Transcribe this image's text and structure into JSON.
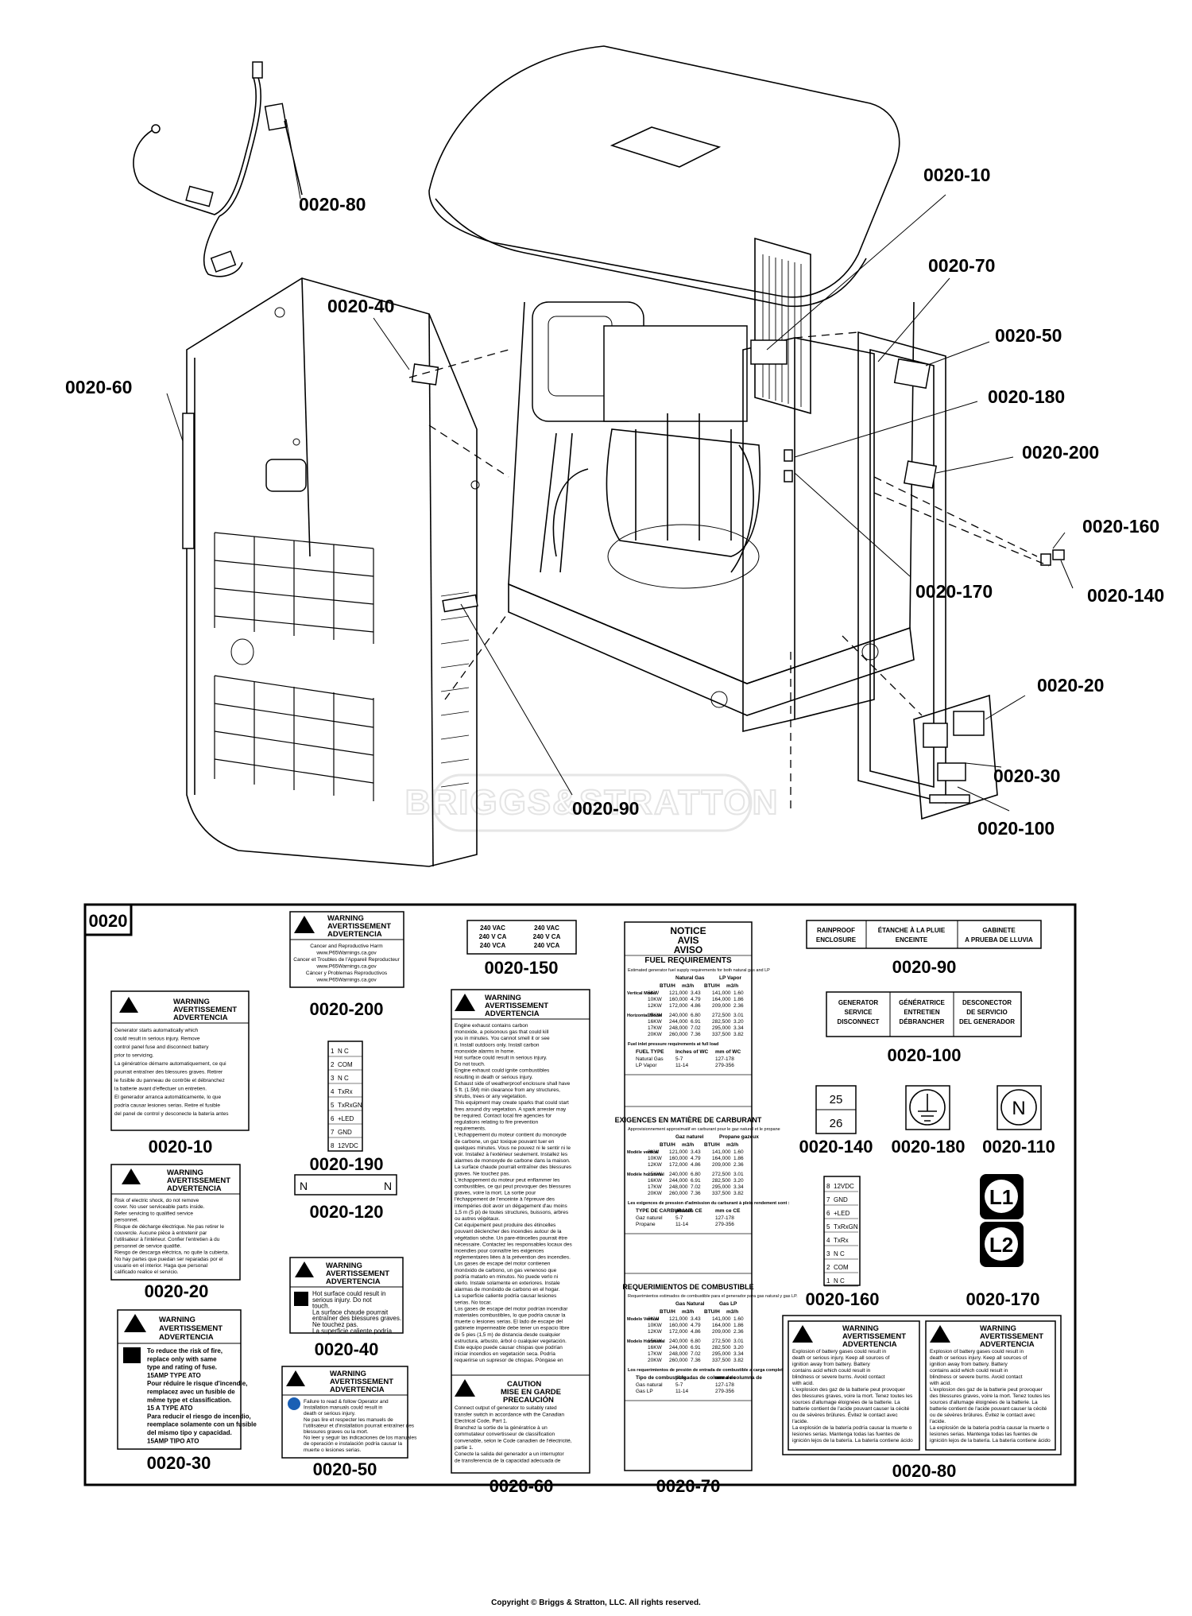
{
  "watermark": "BRIGGS&STRATTON",
  "callouts": {
    "c10": "0020-10",
    "c70": "0020-70",
    "c50": "0020-50",
    "c180": "0020-180",
    "c200": "0020-200",
    "c160": "0020-160",
    "c140": "0020-140",
    "c170": "0020-170",
    "c20": "0020-20",
    "c30": "0020-30",
    "c100": "0020-100",
    "c90": "0020-90",
    "c80": "0020-80",
    "c40": "0020-40",
    "c60": "0020-60"
  },
  "kit": {
    "title": "0020",
    "labels": {
      "l10": "0020-10",
      "l20": "0020-20",
      "l30": "0020-30",
      "l200": "0020-200",
      "l190": "0020-190",
      "l120": "0020-120",
      "l40": "0020-40",
      "l50": "0020-50",
      "l150": "0020-150",
      "l60": "0020-60",
      "l70": "0020-70",
      "l90": "0020-90",
      "l100": "0020-100",
      "l140": "0020-140",
      "l180": "0020-180",
      "l110": "0020-110",
      "l160": "0020-160",
      "l170": "0020-170",
      "l80": "0020-80"
    },
    "warning": {
      "w1": "WARNING",
      "w2": "AVERTISSEMENT",
      "w3": "ADVERTENCIA"
    },
    "text10": [
      "Generator starts automatically which",
      "could result in serious injury. Remove",
      "control panel fuse and disconnect battery",
      "prior to servicing.",
      "La génératrice démarre automatiquement, ce qui",
      "pourrait entraîner des blessures graves. Retirer",
      "le fusible du panneau de contrôle et débranchez",
      "la batterie avant d'effectuer un entretien.",
      "El generador arranca automáticamente, lo que",
      "podría causar lesiones serias. Retire el fusible",
      "del panel de control y desconecte la batería antes"
    ],
    "text20": [
      "Risk of electric shock, do not remove",
      "cover. No user serviceable parts inside.",
      "Refer servicing to qualified service",
      "personnel.",
      "Risque de décharge électrique. Ne pas retirer le",
      "couvercle. Aucune pièce à entretenir par",
      "l'utilisateur à l'intérieur. Confier l'entretien à du",
      "personnel de service qualifié.",
      "Riesgo de descarga eléctrica, no quite la cubierta.",
      "No hay partes que puedan ser reparadas por el",
      "usuario en el interior. Haga que personal",
      "calificado realice el servicio."
    ],
    "text30": [
      "To reduce the risk of fire,",
      "replace only with same",
      "type and rating of fuse.",
      "15AMP TYPE ATO",
      "Pour réduire le risque d'incendie,",
      "remplacez avec un fusible de",
      "même type et classification.",
      "15 A TYPE ATO",
      "Para reducir el riesgo de incendio,",
      "reemplace solamente con un fusible",
      "del mismo tipo y capacidad.",
      "15AMP TIPO ATO"
    ],
    "text200": [
      "Cancer and Reproductive Harm",
      "www.P65Warnings.ca.gov",
      "Cancer et Troubles de l'Appareil Reproducteur",
      "www.P65Warnings.ca.gov",
      "Cáncer y Problemas Reproductivos",
      "www.P65Warnings.ca.gov"
    ],
    "text190": [
      "N C",
      "COM",
      "N C",
      "TxRx",
      "TxRxGN",
      "+LED",
      "GND",
      "12VDC"
    ],
    "nums190": [
      "1",
      "2",
      "3",
      "4",
      "5",
      "6",
      "7",
      "8"
    ],
    "text120": [
      "N",
      "N"
    ],
    "text40": [
      "Hot surface could result in",
      "serious injury. Do not",
      "touch.",
      "La surface chaude pourrait",
      "entraîner des blessures graves.",
      "Ne touchez pas.",
      "La superficie caliente podría"
    ],
    "text50": [
      "Failure to read & follow Operator and",
      "Installation manuals could result in",
      "death or serious injury.",
      "Ne pas lire et respecter les manuels de",
      "l'utilisateur et d'installation pourrait entraîner des",
      "blessures graves ou la mort.",
      "No leer y seguir las indicaciones de los manuales",
      "de operación e instalación podría causar la",
      "muerte o lesiones serias."
    ],
    "text150": [
      "240 VAC",
      "240 VAC",
      "240 V CA",
      "240 V CA",
      "240 VCA",
      "240 VCA"
    ],
    "text60": [
      "Engine exhaust contains carbon",
      "monoxide, a poisonous gas that could kill",
      "you in minutes. You cannot smell it or see",
      "it. Install outdoors only. Install carbon",
      "monoxide alarms in home.",
      "Hot surface could result in serious injury.",
      "Do not touch.",
      "Engine exhaust could ignite combustibles",
      "resulting in death or serious injury.",
      "Exhaust side of weatherproof enclosure shall have",
      "5 ft. (1.5M) min clearance from any structures,",
      "shrubs, trees or any vegetation.",
      "This equipment may create sparks that could start",
      "fires around dry vegetation. A spark arrester may",
      "be required. Contact local fire agencies for",
      "regulations relating to fire prevention",
      "requirements.",
      "L'échappement du moteur contient du monoxyde",
      "de carbone, un gaz toxique pouvant tuer en",
      "quelques minutes. Vous ne pouvez ni le sentir ni le",
      "voir. Installez à l'extérieur seulement. Installez les",
      "alarmes de monoxyde de carbone dans la maison.",
      "La surface chaude pourrait entraîner des blessures",
      "graves. Ne touchez pas.",
      "L'échappement du moteur peut enflammer les",
      "combustibles, ce qui peut provoquer des blessures",
      "graves, voire la mort. La sortie pour",
      "l'échappement de l'enceinte à l'épreuve des",
      "intempéries doit avoir un dégagement d'au moins",
      "1,5 m (5 pi) de toutes structures, buissons, arbres",
      "ou autres végétaux.",
      "Cet équipement peut produire des étincelles",
      "pouvant déclencher des incendies autour de la",
      "végétation sèche. Un pare-étincelles pourrait être",
      "nécessaire. Contactez les responsables locaux des",
      "incendies pour connaître les exigences",
      "réglementaires liées à la prévention des incendies.",
      "Los gases de escape del motor contienen",
      "monóxido de carbono, un gas venenoso que",
      "podría matarlo en minutos. No puede verlo ni",
      "olerlo. Instale solamente en exteriores. Instale",
      "alarmas de monóxido de carbono en el hogar.",
      "La superficie caliente podría causar lesiones",
      "serias. No tocar.",
      "Los gases de escape del motor podrían incendiar",
      "materiales combustibles, lo que podría causar la",
      "muerte o lesiones serias. El lado de escape del",
      "gabinete impermeable debe tener un espacio libre",
      "de 5 pies (1,5 m) de distancia desde cualquier",
      "estructura, arbusto, árbol o cualquier vegetación.",
      "Este equipo puede causar chispas que podrían",
      "iniciar incendios en vegetación seca. Podría",
      "requerirse un supresor de chispas. Póngase en"
    ],
    "caution": {
      "c1": "CAUTION",
      "c2": "MISE EN GARDE",
      "c3": "PRECAUCIÓN"
    },
    "text60b": [
      "Connect output of generator to suitably rated",
      "transfer switch in accordance with the Canadian",
      "Electrical Code, Part 1.",
      "Branchez la sortie de la génératrice à un",
      "commutateur convertisseur de classification",
      "convenable, selon le Code canadien de l'électricité,",
      "partie 1.",
      "Conecte la salida del generador a un interruptor",
      "de transferencia de la capacidad adecuada de"
    ],
    "fuel": {
      "h1": "NOTICE",
      "h2": "AVIS",
      "h3": "AVISO",
      "t_en": "FUEL REQUIREMENTS",
      "s_en": "Estimated generator fuel supply requirements for both natural gas and LP",
      "t_fr": "EXIGENCES EN MATIÈRE DE CARBURANT",
      "s_fr": "Approvisionnement approximatif en carburant pour le gaz naturel et le propane",
      "t_es": "REQUERIMIENTOS DE COMBUSTIBLE",
      "s_es": "Requerimientos estimados de combustible para el generador para gas natural y gas LP.",
      "note_en": "Fuel inlet pressure requirements at full load",
      "note_fr": "Les exigences de pression d'admission du carburant à plein rendement sont :",
      "note_es": "Los requerimientos de presión de entrada de combustible a carga completa",
      "col_ng": "Natural Gas",
      "col_lp": "LP Vapor",
      "col_ng_fr": "Gaz naturel",
      "col_lp_fr": "Propane gazeux",
      "col_ng_es": "Gas Natural",
      "col_lp_es": "Gas LP",
      "units": [
        "BTU/H",
        "m3/h",
        "BTU/H",
        "m3/h"
      ],
      "vert": "Vertical Model",
      "horiz": "Horizontal Model",
      "vert_fr": "Modèle vertical",
      "horiz_fr": "Modèle horizontal",
      "vert_es": "Modelo Vertical",
      "horiz_es": "Modelo Horizontal",
      "rows_v": [
        [
          "8KW",
          "121,000",
          "3.43",
          "141,000",
          "1.60"
        ],
        [
          "10KW",
          "160,000",
          "4.79",
          "164,000",
          "1.86"
        ],
        [
          "12KW",
          "172,000",
          "4.86",
          "209,000",
          "2.36"
        ]
      ],
      "rows_h": [
        [
          "15KW",
          "240,000",
          "6.80",
          "272,500",
          "3.01"
        ],
        [
          "16KW",
          "244,000",
          "6.91",
          "282,500",
          "3.20"
        ],
        [
          "17KW",
          "248,000",
          "7.02",
          "295,000",
          "3.34"
        ],
        [
          "20KW",
          "260,000",
          "7.36",
          "337,500",
          "3.82"
        ]
      ],
      "p_head": [
        "FUEL TYPE",
        "Inches of WC",
        "mm of WC"
      ],
      "p_rows": [
        [
          "Natural Gas",
          "5-7",
          "127-178"
        ],
        [
          "LP Vapor",
          "11-14",
          "279-356"
        ]
      ],
      "p_head_fr": [
        "TYPE DE CARBURANT",
        "pouces CE",
        "mm ce CE"
      ],
      "p_rows_fr": [
        [
          "Gaz naturel",
          "5-7",
          "127-178"
        ],
        [
          "Propane",
          "11-14",
          "279-356"
        ]
      ],
      "p_head_es": [
        "Tipo de combustible",
        "pulgadas de columna de",
        "mm de columna de"
      ],
      "p_rows_es": [
        [
          "Gas natural",
          "5-7",
          "127-178"
        ],
        [
          "Gas LP",
          "11-14",
          "279-356"
        ]
      ]
    },
    "text90": [
      "RAINPROOF",
      "ENCLOSURE",
      "ÉTANCHE À LA PLUIE",
      "ENCEINTE",
      "GABINETE",
      "A PRUEBA DE LLUVIA"
    ],
    "text100": [
      "GENERATOR",
      "SERVICE",
      "DISCONNECT",
      "GÉNÉRATRICE",
      "ENTRETIEN",
      "DÉBRANCHER",
      "DESCONECTOR",
      "DE SERVICIO",
      "DEL GENERADOR"
    ],
    "text140": [
      "25",
      "26"
    ],
    "text110": "N",
    "text160": [
      "12VDC",
      "GND",
      "+LED",
      "TxRxGN",
      "TxRx",
      "N C",
      "COM",
      "N C"
    ],
    "nums160": [
      "8",
      "7",
      "6",
      "5",
      "4",
      "3",
      "2",
      "1"
    ],
    "text170": [
      "L1",
      "L2"
    ],
    "text80": [
      "Explosion of battery gases could result in",
      "death or serious injury. Keep all sources of",
      "ignition away from battery. Battery",
      "contains acid which could result in",
      "blindness or severe burns. Avoid contact",
      "with acid.",
      "L'explosion des gaz de la batterie peut provoquer",
      "des blessures graves, voire la mort. Tenez toutes les",
      "sources d'allumage éloignées de la batterie. La",
      "batterie contient de l'acide pouvant causer la cécité",
      "ou de sévères brûlures. Évitez le contact avec",
      "l'acide.",
      "La explosión de la batería podría causar la muerte o",
      "lesiones serias. Mantenga todas las fuentes de",
      "ignición lejos de la batería. La batería contiene ácido"
    ]
  },
  "copyright": "Copyright © Briggs & Stratton, LLC. All rights reserved."
}
